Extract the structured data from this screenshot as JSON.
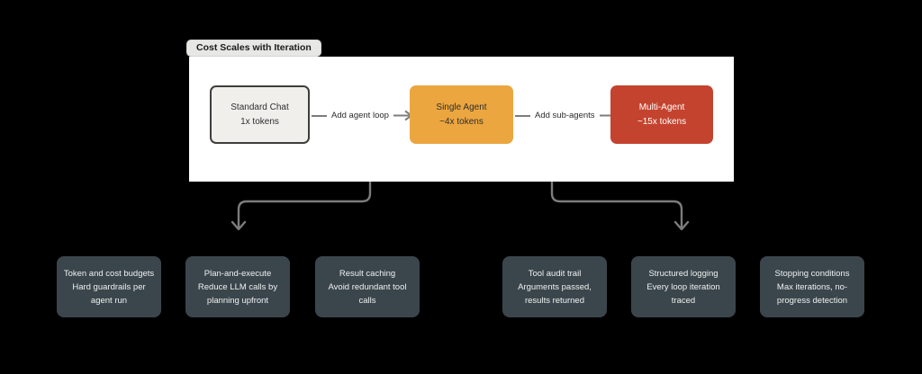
{
  "colors": {
    "background": "#000000",
    "panel": "#ffffff",
    "chip_bg": "#e7e7e5",
    "chip_text": "#1b1b1b",
    "node_neutral_bg": "#f0efec",
    "node_neutral_border": "#3e3e3c",
    "node_orange": "#eca63f",
    "node_red": "#c4432e",
    "card_bg": "#3b464c",
    "card_text": "#eef1f2",
    "connector": "#7c7c7c"
  },
  "panel": {
    "title": "Cost Scales with Iteration",
    "nodes": [
      {
        "line1": "Standard Chat",
        "line2": "1x tokens",
        "variant": "neutral"
      },
      {
        "line1": "Single Agent",
        "line2": "~4x tokens",
        "variant": "orange"
      },
      {
        "line1": "Multi-Agent",
        "line2": "~15x tokens",
        "variant": "red"
      }
    ],
    "arrows": [
      {
        "label": "Add agent loop"
      },
      {
        "label": "Add sub-agents"
      }
    ]
  },
  "cards": [
    {
      "title": "Token and cost budgets",
      "description": "Hard guardrails per agent run"
    },
    {
      "title": "Plan-and-execute",
      "description": "Reduce LLM calls by planning upfront"
    },
    {
      "title": "Result caching",
      "description": "Avoid redundant tool calls"
    },
    {
      "title": "Tool audit trail",
      "description": "Arguments passed, results returned"
    },
    {
      "title": "Structured logging",
      "description": "Every loop iteration traced"
    },
    {
      "title": "Stopping conditions",
      "description": "Max iterations, no-progress detection"
    }
  ]
}
